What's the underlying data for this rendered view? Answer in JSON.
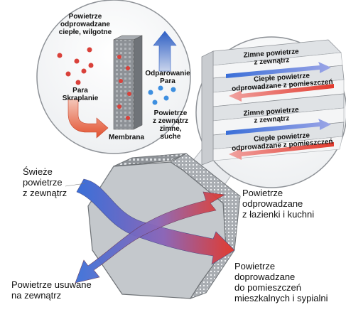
{
  "labels": {
    "fresh_air": "Świeże\npowietrze\nz zewnątrz",
    "exhausted_air": "Powietrze usuwane\nna zewnątrz",
    "extract_air": "Powietrze\nodprowadzane\nz łazienki i kuchni",
    "supply_air": "Powietrze\ndoprowadzane\ndo pomieszczeń\nmieszkalnych i sypialni"
  },
  "membrane_detail": {
    "warm_humid_air": "Powietrze\nodprowadzane\nciepłe, wilgotne",
    "vapor_condensation": "Para\nSkraplanie",
    "membrane": "Membrana",
    "vapor_evaporation": "Odparowanie\nPara",
    "cold_dry_air": "Powietrze\nz zewnątrz\nzimne,\nsuche"
  },
  "channels": [
    {
      "label": "Zimne powietrze\nz zewnątrz",
      "flow": "cold"
    },
    {
      "label": "Ciepłe powietrze\nodprowadzane z pomieszczeń",
      "flow": "warm"
    },
    {
      "label": "Zimne powietrze\nz zewnątrz",
      "flow": "cold"
    },
    {
      "label": "Ciepłe powietrze\nodprowadzane z pomieszczeń",
      "flow": "warm"
    }
  ],
  "colors": {
    "cold": "#3a6fd8",
    "warm": "#e23b2e",
    "exchanger_face": "#bfc3c7",
    "exchanger_side": "#9ea3a8",
    "membrane": "#8c9095",
    "vapor_red": "#d9413a",
    "vapor_blue": "#3d8fe0"
  }
}
